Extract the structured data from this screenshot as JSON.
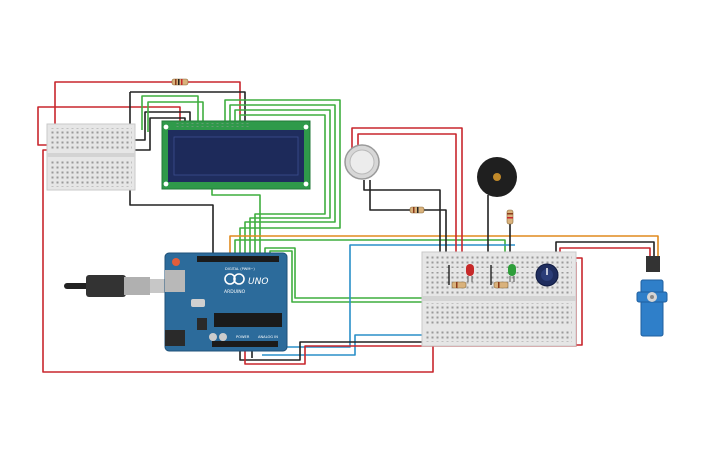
{
  "colors": {
    "wire_red": "#c8262d",
    "wire_black": "#222222",
    "wire_green": "#3fae3f",
    "wire_orange": "#e08a1e",
    "wire_blue": "#2a8fc8",
    "board_blue": "#2c6b9b",
    "lcd_pcb": "#2f9a4a",
    "lcd_screen": "#1d2a5a",
    "breadboard": "#e6e6e6",
    "servo_blue": "#2f7fc9",
    "led_red": "#c62828",
    "led_green": "#2e9e3a",
    "buzzer": "#222222",
    "sensor": "#d7d7d7"
  },
  "labels": {
    "arduino_brand": "ARDUINO",
    "arduino_model": "UNO",
    "arduino_digital": "DIGITAL (PWM~)",
    "arduino_power": "POWER",
    "arduino_analog": "ANALOG IN"
  },
  "icons": {
    "usb": "usb-cable-icon",
    "buzzer": "piezo-buzzer-icon",
    "sensor": "gas-sensor-icon",
    "servo": "servo-motor-icon",
    "pot": "potentiometer-icon"
  }
}
